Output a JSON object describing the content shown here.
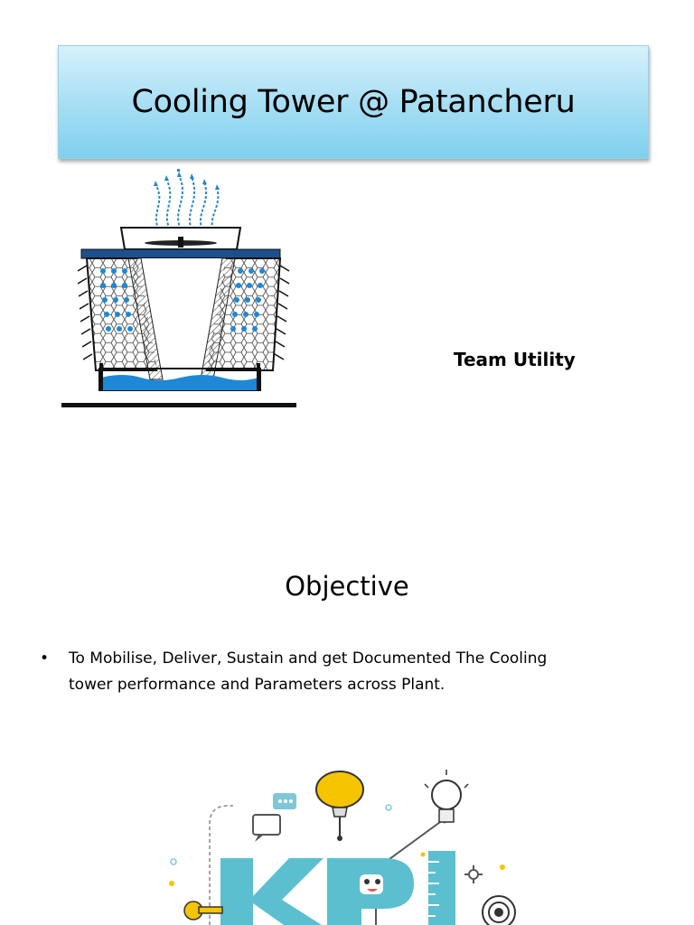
{
  "slide1": {
    "title": "Cooling Tower @ Patancheru",
    "team_label": "Team Utility"
  },
  "slide2": {
    "heading": "Objective",
    "bullets": [
      {
        "marker": "•",
        "line1": "To Mobilise, Deliver, Sustain and get Documented The Cooling",
        "line2": "tower performance and Parameters across Plant."
      }
    ],
    "kpi_letters": [
      "K",
      "P",
      "I"
    ]
  },
  "colors": {
    "title_gradient_top": "#d7f1fb",
    "title_gradient_bottom": "#7fd0ee",
    "water": "#1e88d6",
    "kpi_teal": "#5bbfd0",
    "kpi_yellow": "#f6c400"
  }
}
